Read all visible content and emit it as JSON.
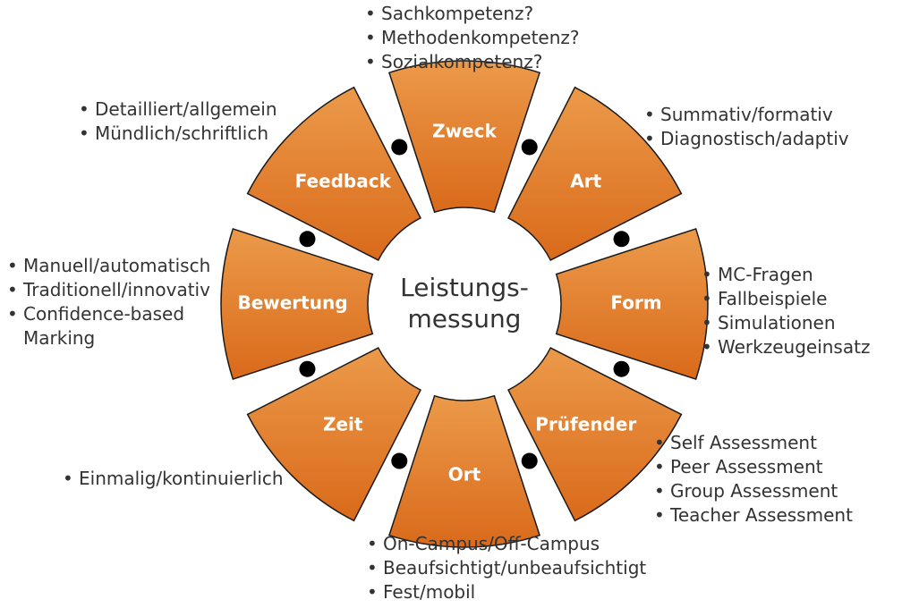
{
  "center_label": [
    "Leistungs-",
    "messung"
  ],
  "colors": {
    "segment_light": "#eb9a4a",
    "segment_dark": "#d96a1a",
    "segment_stroke": "#1a1a1a",
    "connector": "#000000",
    "text": "#333333"
  },
  "segments": [
    {
      "id": "zweck",
      "label": "Zweck",
      "items": [
        "Sachkompetenz?",
        "Methodenkompetenz?",
        "Sozialkompetenz?"
      ]
    },
    {
      "id": "art",
      "label": "Art",
      "items": [
        "Summativ/formativ",
        "Diagnostisch/adaptiv"
      ]
    },
    {
      "id": "form",
      "label": "Form",
      "items": [
        "MC-Fragen",
        "Fallbeispiele",
        "Simulationen",
        "Werkzeugeinsatz"
      ]
    },
    {
      "id": "pruefender",
      "label": "Prüfender",
      "items": [
        "Self Assessment",
        "Peer Assessment",
        "Group Assessment",
        "Teacher Assessment"
      ]
    },
    {
      "id": "ort",
      "label": "Ort",
      "items": [
        "On-Campus/Off-Campus",
        "Beaufsichtigt/unbeaufsichtigt",
        "Fest/mobil"
      ]
    },
    {
      "id": "zeit",
      "label": "Zeit",
      "items": [
        "Einmalig/kontinuierlich"
      ]
    },
    {
      "id": "bewertung",
      "label": "Bewertung",
      "items": [
        "Manuell/automatisch",
        "Traditionell/innovativ",
        "Confidence-based",
        "Marking"
      ]
    },
    {
      "id": "feedback",
      "label": "Feedback",
      "items": [
        "Detailliert/allgemein",
        "Mündlich/schriftlich"
      ]
    }
  ]
}
